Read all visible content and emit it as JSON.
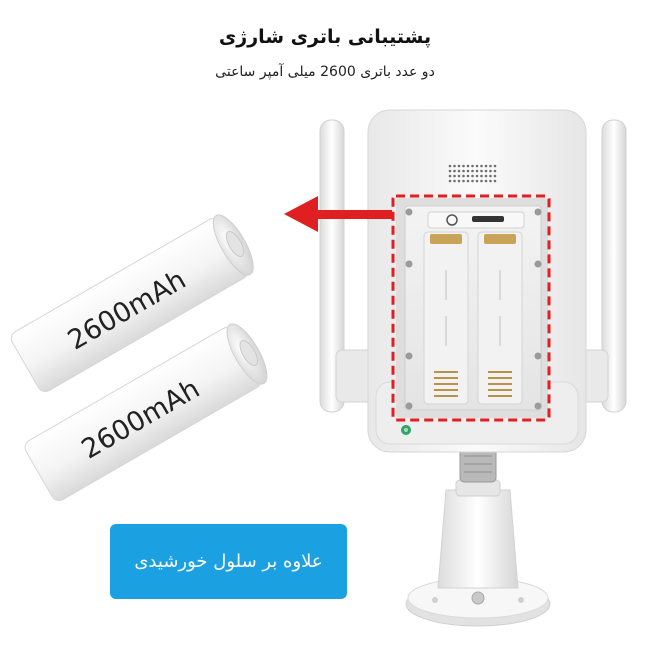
{
  "header": {
    "title": "پشتیبانی باتری شارژی",
    "subtitle": "دو عدد باتری 2600 میلی آمپر ساعتی"
  },
  "batteries": [
    {
      "label": "2600mAh"
    },
    {
      "label": "2600mAh"
    }
  ],
  "callout": {
    "text": "علاوه بر سلول خورشیدی"
  },
  "colors": {
    "accent_red": "#e02020",
    "badge_blue": "#1ba0e2"
  }
}
